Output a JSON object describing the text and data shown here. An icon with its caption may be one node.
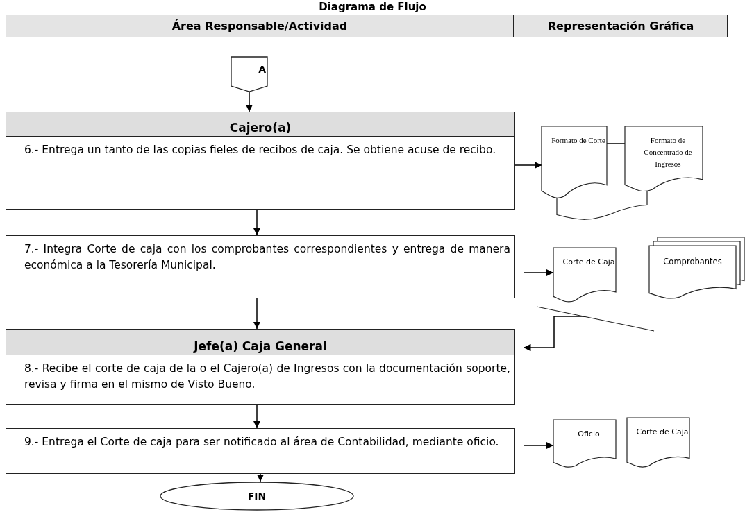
{
  "diagram": {
    "title": "Diagrama de Flujo",
    "nodes": [
      {
        "text": [
          "Área Responsable/Actividad"
        ]
      },
      {
        "text": [
          "Representación Gráfica"
        ]
      },
      {
        "text": [
          "A"
        ]
      },
      {
        "text": [
          "Cajero(a)",
          "6.- Entrega un tanto de las copias fieles de recibos de caja. Se obtiene acuse de recibo."
        ]
      },
      {
        "text": [
          "Formato de Corte"
        ]
      },
      {
        "text": [
          "Formato de Concentrado de Ingresos"
        ]
      },
      {
        "text": [
          "7.- Integra Corte de caja con los comprobantes correspondientes y entrega de manera económica a la Tesorería Municipal."
        ]
      },
      {
        "text": [
          "Corte de Caja"
        ]
      },
      {
        "text": [
          "Comprobantes"
        ]
      },
      {
        "text": [
          "Jefe(a) Caja General",
          "8.- Recibe el corte de caja de la o el Cajero(a) de Ingresos con la documentación soporte, revisa y firma en el mismo de Visto Bueno."
        ]
      },
      {
        "text": [
          "9.- Entrega el Corte de caja para ser notificado al área de Contabilidad, mediante oficio."
        ]
      },
      {
        "text": [
          "Oficio"
        ]
      },
      {
        "text": [
          "Corte de Caja"
        ]
      },
      {
        "text": [
          "FIN"
        ]
      }
    ],
    "edges": [
      {
        "from": 2,
        "to": 3,
        "arrow": "to"
      },
      {
        "from": 3,
        "to": 4,
        "arrow": "to"
      },
      {
        "from": 4,
        "to": 5,
        "arrow": "none"
      },
      {
        "from": 3,
        "to": 6,
        "arrow": "to"
      },
      {
        "from": 6,
        "to": 7,
        "arrow": "to"
      },
      {
        "from": 6,
        "to": 9,
        "arrow": "to"
      },
      {
        "from": null,
        "to": 9,
        "arrow": "to"
      },
      {
        "from": 9,
        "to": 10,
        "arrow": "to"
      },
      {
        "from": 10,
        "to": 11,
        "arrow": "to"
      },
      {
        "from": 10,
        "to": 13,
        "arrow": "to"
      }
    ]
  }
}
